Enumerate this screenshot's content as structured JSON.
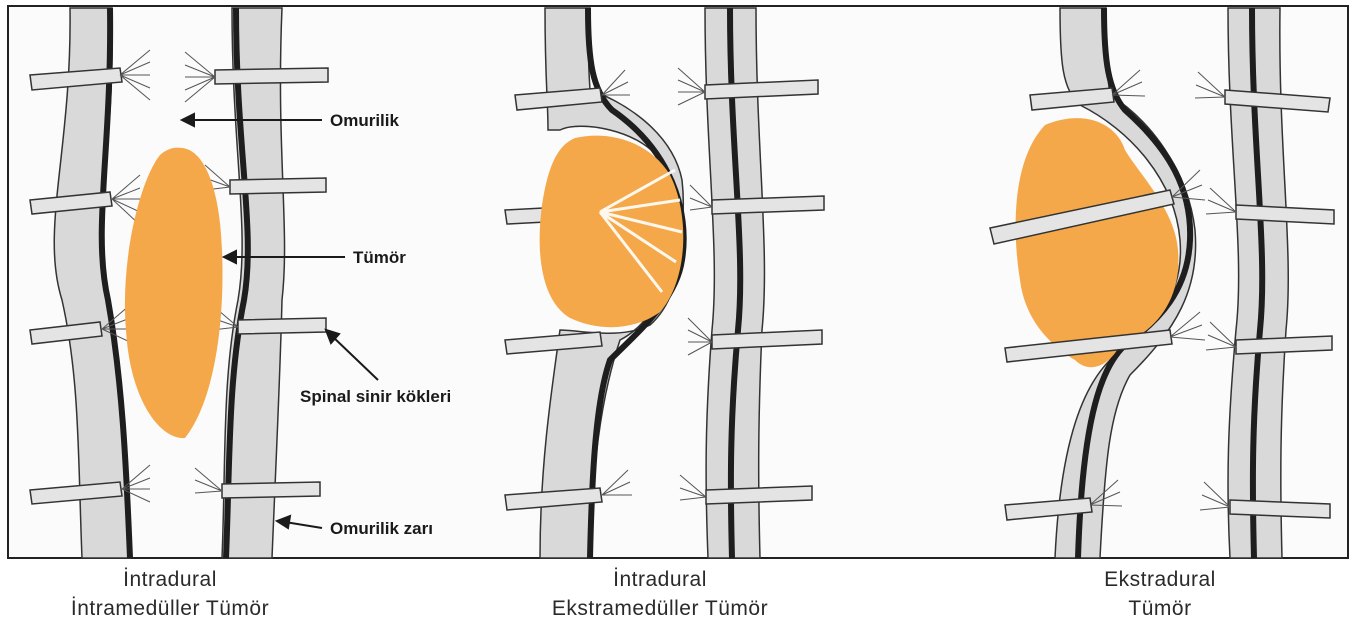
{
  "labels": {
    "spinal_cord": "Omurilik",
    "tumor": "Tümör",
    "spinal_nerve_roots": "Spinal sinir kökleri",
    "spinal_membrane": "Omurilik zarı"
  },
  "panels": [
    {
      "caption_line1": "İntradural",
      "caption_line2": "İntramedüller Tümör"
    },
    {
      "caption_line1": "İntradural",
      "caption_line2": "Ekstramedüller Tümör"
    },
    {
      "caption_line1": "Ekstradural",
      "caption_line2": "Tümör"
    }
  ],
  "colors": {
    "tumor": "#f5a84a",
    "membrane_fill": "#d7d7d7",
    "membrane_line": "#1e1e1e",
    "frame": "#222222",
    "background": "#ffffff"
  }
}
